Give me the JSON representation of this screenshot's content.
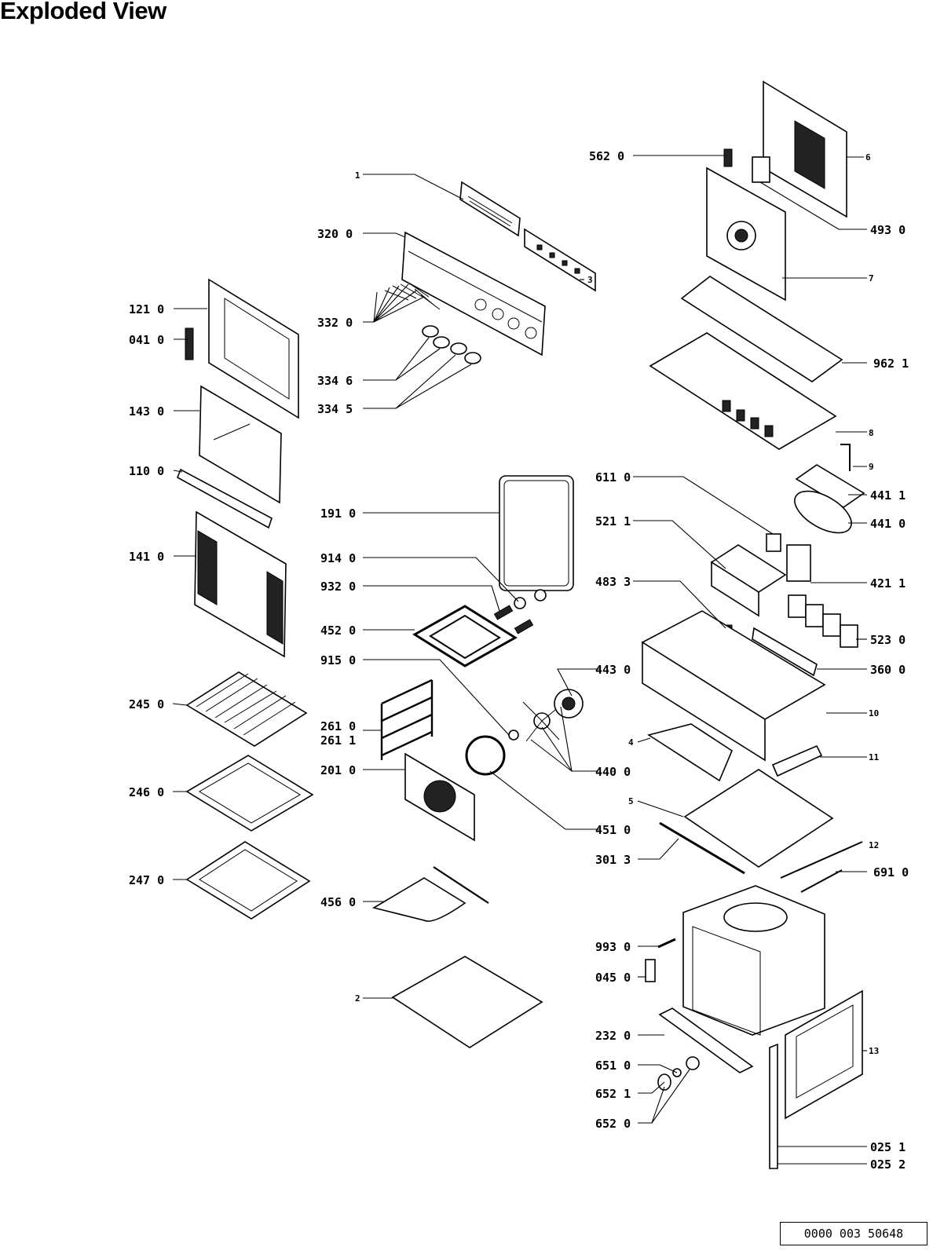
{
  "title": "Exploded View",
  "document_number": "0000 003 50648",
  "callouts": [
    "1",
    "320 0",
    "332 0",
    "334 6",
    "334 5",
    "121 0",
    "041 0",
    "143 0",
    "110 0",
    "141 0",
    "191 0",
    "914 0",
    "932 0",
    "452 0",
    "915 0",
    "245 0",
    "261 0",
    "261 1",
    "201 0",
    "246 0",
    "247 0",
    "456 0",
    "2",
    "562 0",
    "6",
    "493 0",
    "7",
    "962 1",
    "8",
    "9",
    "611 0",
    "441 1",
    "441 0",
    "521 1",
    "421 1",
    "483 3",
    "523 0",
    "360 0",
    "443 0",
    "10",
    "4",
    "11",
    "440 0",
    "5",
    "451 0",
    "301 3",
    "12",
    "691 0",
    "993 0",
    "045 0",
    "232 0",
    "13",
    "651 0",
    "652 1",
    "652 0",
    "025 1",
    "025 2",
    "3"
  ]
}
